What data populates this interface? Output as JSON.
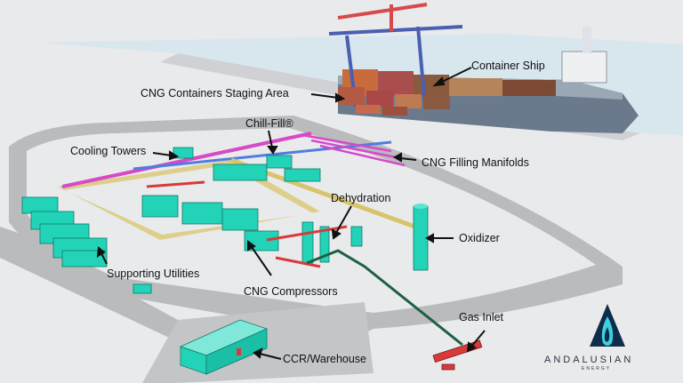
{
  "labels": {
    "container_ship": "Container  Ship",
    "staging_area": "CNG Containers Staging Area",
    "chill_fill": "Chill-Fill®",
    "cooling_towers": "Cooling Towers",
    "filling_manifolds": "CNG Filling Manifolds",
    "dehydration": "Dehydration",
    "oxidizer": "Oxidizer",
    "supporting_utilities": "Supporting Utilities",
    "cng_compressors": "CNG Compressors",
    "gas_inlet": "Gas Inlet",
    "ccr_warehouse": "CCR/Warehouse"
  },
  "logo": {
    "word": "ANDALUSIAN",
    "sub": "ENERGY"
  },
  "colors": {
    "ground": "#e9eaec",
    "road": "#b9bbbd",
    "water": "#d8e6ee",
    "equipment_teal": "#22d3b8",
    "pipe_yellow": "#d8c46a",
    "pipe_magenta": "#d64ac8",
    "pipe_red": "#d83a3a",
    "pipe_blue": "#4f7de0"
  }
}
